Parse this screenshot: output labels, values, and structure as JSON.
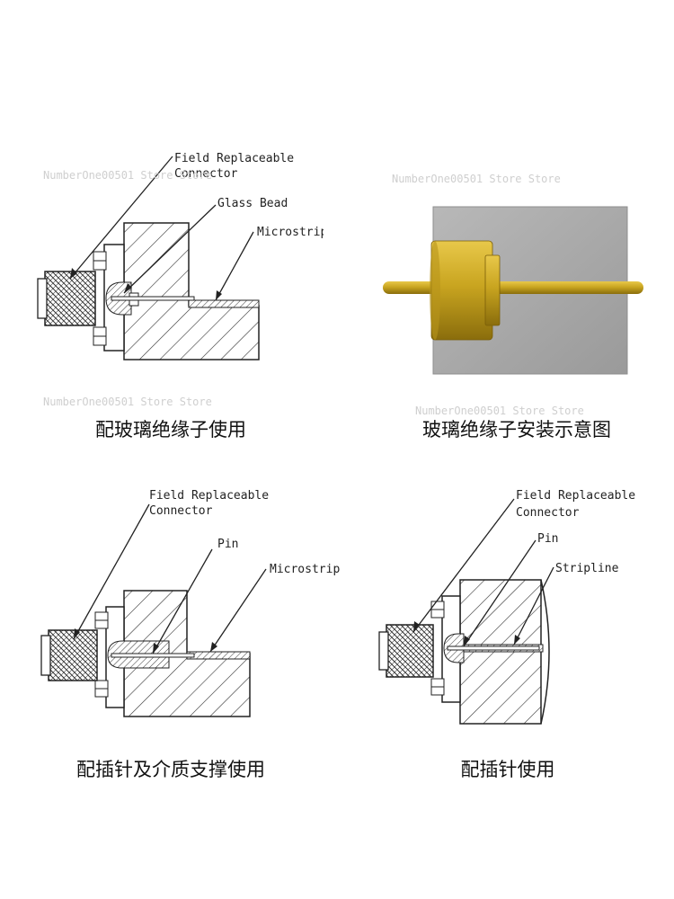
{
  "panels": [
    {
      "caption": "配玻璃绝缘子使用",
      "labels": {
        "connector_line1": "Field Replaceable",
        "connector_line2": "Connector",
        "bead": "Glass Bead",
        "strip": "Microstrip"
      }
    },
    {
      "caption": "玻璃绝缘子安装示意图"
    },
    {
      "caption": "配插针及介质支撑使用",
      "labels": {
        "connector_line1": "Field Replaceable",
        "connector_line2": "Connector",
        "pin": "Pin",
        "strip": "Microstrip"
      }
    },
    {
      "caption": "配插针使用",
      "labels": {
        "connector_line1": "Field Replaceable",
        "connector_line2": "Connector",
        "pin": "Pin",
        "strip": "Stripline"
      }
    }
  ],
  "watermarks": {
    "w1": "NumberOne00501 Store Store",
    "w2": "NumberOne00501 Store Store",
    "w3": "NumberOne00501 Store Store",
    "w4": "NumberOne00501 Store Store"
  },
  "colors": {
    "gold": "#c9a520",
    "gray": "#a9a9a9",
    "hatch": "#333333"
  }
}
